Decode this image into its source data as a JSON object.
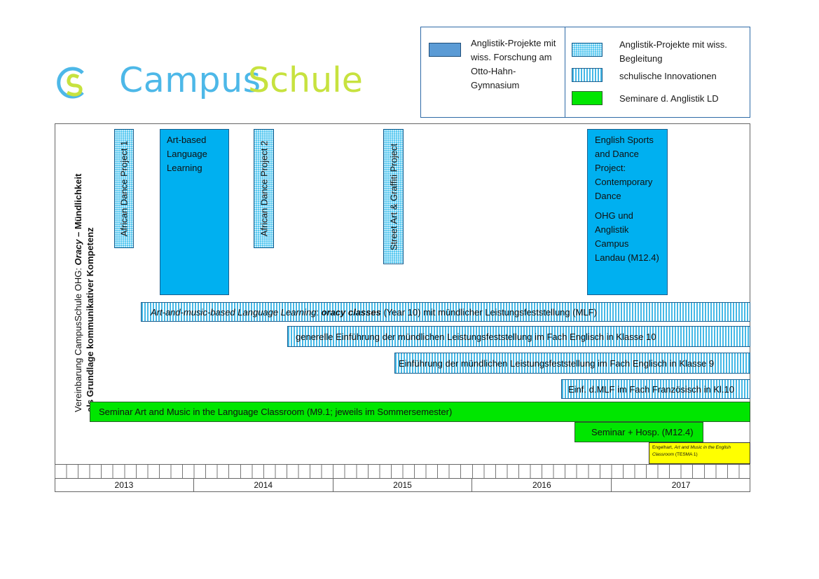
{
  "logo": {
    "word1": "Campus",
    "word2": "Schule",
    "color1": "#4db8e8",
    "color2": "#c7e23f"
  },
  "legend": {
    "items": [
      {
        "label": "Anglistik-Projekte mit wiss. Forschung am Otto-Hahn-Gymnasium",
        "pattern": "solid",
        "color": "#5b9bd5"
      },
      {
        "label": "Anglistik-Projekte mit wiss. Begleitung",
        "pattern": "dotted",
        "color": "#4fc6f0"
      },
      {
        "label": "schulische Innovationen",
        "pattern": "vertical-stripes",
        "color": "#45b8e6"
      },
      {
        "label": "Seminare d. Anglistik LD",
        "pattern": "solid",
        "color": "#00e600"
      }
    ]
  },
  "side_label": {
    "line1_prefix": "Vereinbarung CampusSchule OHG: ",
    "line1_emph": "Oracy",
    "line1_suffix": " – Mündlichkeit",
    "line2": "als Grundlage kommunikativer Kompetenz"
  },
  "projects": {
    "african1": "African Dance Project 1",
    "art_based": "Art-based Language Learning",
    "african2": "African Dance Project 2",
    "street_art": "Street Art & Graffiti Project",
    "english_sports_1": "English Sports and Dance Project: Contemporary Dance",
    "english_sports_2": "OHG und Anglistik Campus Landau (M12.4)"
  },
  "bars": {
    "oracy_italic": "Art-and-music-based Language Learning",
    "oracy_colon": ": ",
    "oracy_bold": "oracy classes",
    "oracy_rest": " (Year 10) mit mündlicher Leistungsfeststellung (MLF)",
    "generelle": "generelle Einführung der mündlichen Leistungsfeststellung im Fach Englisch in Klasse 10",
    "einf9": "Einführung der mündlichen Leistungsfeststellung im Fach Englisch in Klasse 9",
    "einf_franz": "Einf. d.MLF im Fach Französisch in Kl.10",
    "seminar": "Seminar Art and Music in the Language Classroom (M9.1; jeweils im Sommersemester)",
    "seminar_hosp": "Seminar + Hosp. (M12.4)",
    "engelhart_author": "Engelhart, ",
    "engelhart_title": "Art and Music in the English Classroom",
    "engelhart_rest": " (TESMA 1)"
  },
  "timeline": {
    "years": [
      "2013",
      "2014",
      "2015",
      "2016",
      "2017"
    ]
  }
}
